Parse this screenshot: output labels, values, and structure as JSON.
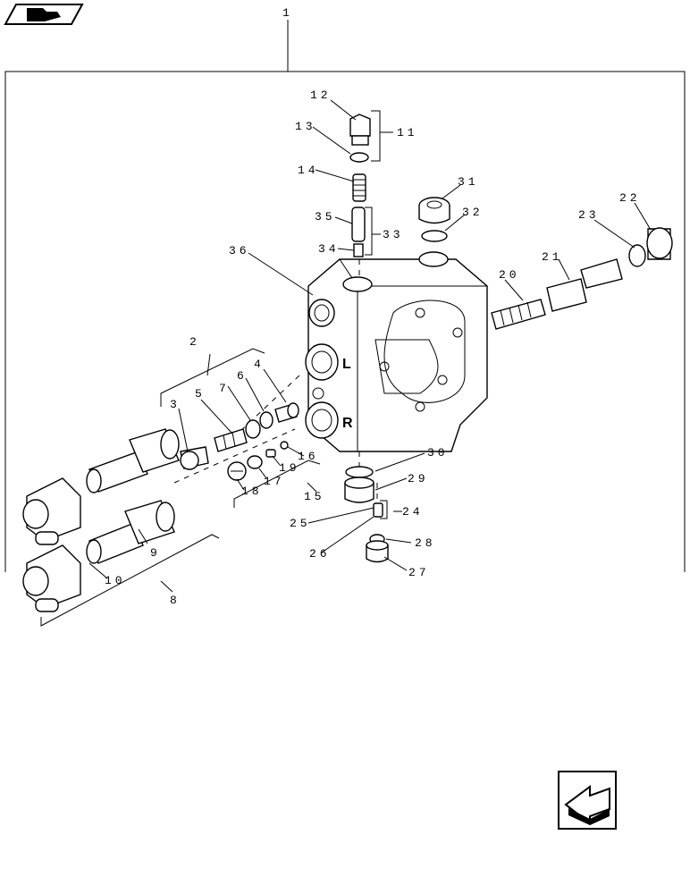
{
  "labels": {
    "l1": "1",
    "l2": "2",
    "l3": "3",
    "l4": "4",
    "l5": "5",
    "l6": "6",
    "l7": "7",
    "l8": "8",
    "l9": "9",
    "l10": "10",
    "l11": "11",
    "l12": "12",
    "l13": "13",
    "l14": "14",
    "l15": "15",
    "l16": "16",
    "l17": "17",
    "l18": "18",
    "l19": "19",
    "l20": "20",
    "l21": "21",
    "l22": "22",
    "l23": "23",
    "l24": "24",
    "l25": "25",
    "l26": "26",
    "l27": "27",
    "l28": "28",
    "l29": "29",
    "l30": "30",
    "l31": "31",
    "l32": "32",
    "l33": "33",
    "l34": "34",
    "l35": "35",
    "l36": "36"
  },
  "port_marks": {
    "left": "L",
    "right": "R"
  },
  "icons": {
    "top_left": "book-page-icon",
    "bottom_right": "previous-page-arrow-icon"
  }
}
